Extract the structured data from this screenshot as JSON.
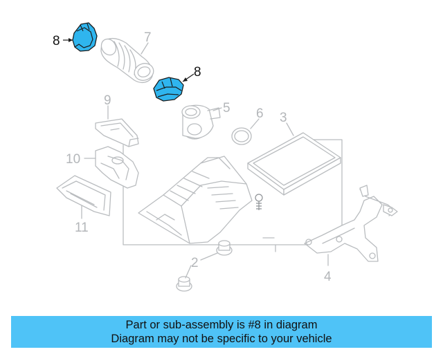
{
  "callouts": {
    "c1": "8",
    "c2": "7",
    "c3": "8",
    "c4": "9",
    "c5": "5",
    "c6": "6",
    "c7": "3",
    "c8": "10",
    "c9": "11",
    "c10": "2",
    "c11": "4"
  },
  "banner": {
    "line1": "Part or sub-assembly is #8 in diagram",
    "line2": "Diagram may not be specific to your vehicle"
  },
  "colors": {
    "highlight": "#2fb5ee",
    "banner": "#4fc3f7"
  }
}
